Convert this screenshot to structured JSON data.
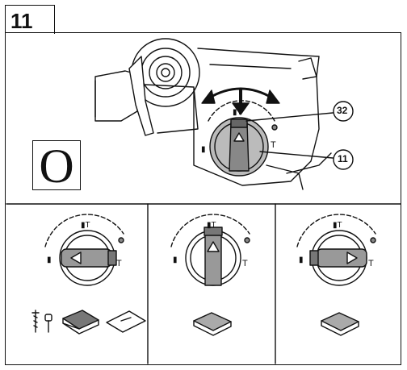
{
  "figure": {
    "number": "11",
    "mode_symbol": "O"
  },
  "callouts": {
    "lock_button": "32",
    "mode_selector": "11"
  }
}
